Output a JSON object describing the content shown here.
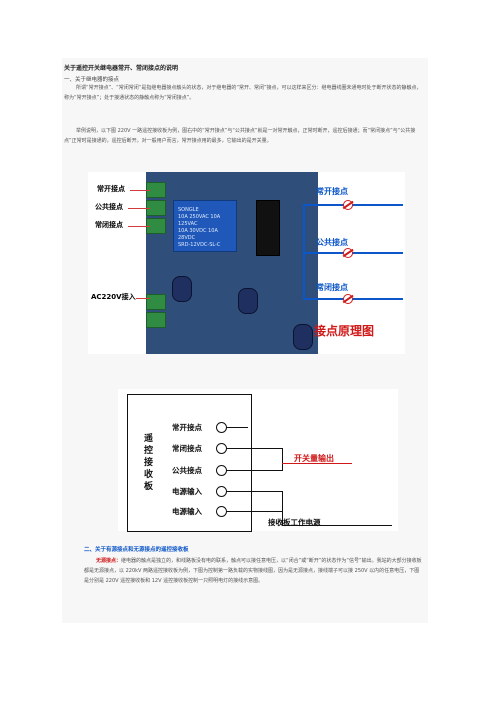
{
  "document": {
    "title": "关于遥控开关继电器常开、常闭接点的说明",
    "section1_heading": "一、关于继电器的接点",
    "paragraph1": "所谓“常开接点”、“常闭常闭”是指继电器接点触头的状态，对于继电器的“常开、常闭”接点，可以这样来区分：继电器线圈未通电时处于断开状态的静触点，称为“常开接点”；处于接通状态的静触点称为“常闭接点”。",
    "paragraph2": "举例说明，以下图 220V 一路遥控接收板为例，图右中的“常开接点”与“公共接点”就是一对常开触点，正常时断开，遥控后接通；而“常闭接点”与“公共接点”正常时是接通的，遥控后断开。对一般用户而言，常开接点用的最多，它输出的是开关量。",
    "section2_heading": "二、关于有源接点和无源接点的遥控接收板",
    "paragraph3_prefix": "无源接点：",
    "paragraph3_body": "继电器的触点是独立的，和线路板没有电的联系，触点可以接任意电压，以“闭合”或“断开”的状态作为“信号”输出。我站的大部分接收板都是无源接点，以 220kV 两路遥控接收板为例，下图为控制第一路负载的实物接线图，因为是无源接点，接线端子可以接 250V 以内的任意电压，下图是分别是 220V 遥控接收板和 12V 遥控接收板控制一只照明电灯的接线示意图。"
  },
  "photo": {
    "labels": {
      "no": "常开接点",
      "com": "公共接点",
      "nc": "常闭接点",
      "ac": "AC220V接入"
    },
    "relay_text": [
      "SONGLE",
      "10A 250VAC 10A 125VAC",
      "10A 30VDC 10A 28VDC",
      "SRD-12VDC-SL-C"
    ],
    "schematic": {
      "no": "常开接点",
      "com": "公共接点",
      "nc": "常闭接点",
      "title": "接点原理图"
    }
  },
  "diagram": {
    "board_title": "遥控接收板",
    "pins": [
      "常开接点",
      "常闭接点",
      "公共接点",
      "电源输入",
      "电源输入"
    ],
    "switch_output": "开关量输出",
    "power_label": "接收板工作电源"
  },
  "colors": {
    "accent_blue": "#0b56c8",
    "accent_red": "#d01818"
  }
}
